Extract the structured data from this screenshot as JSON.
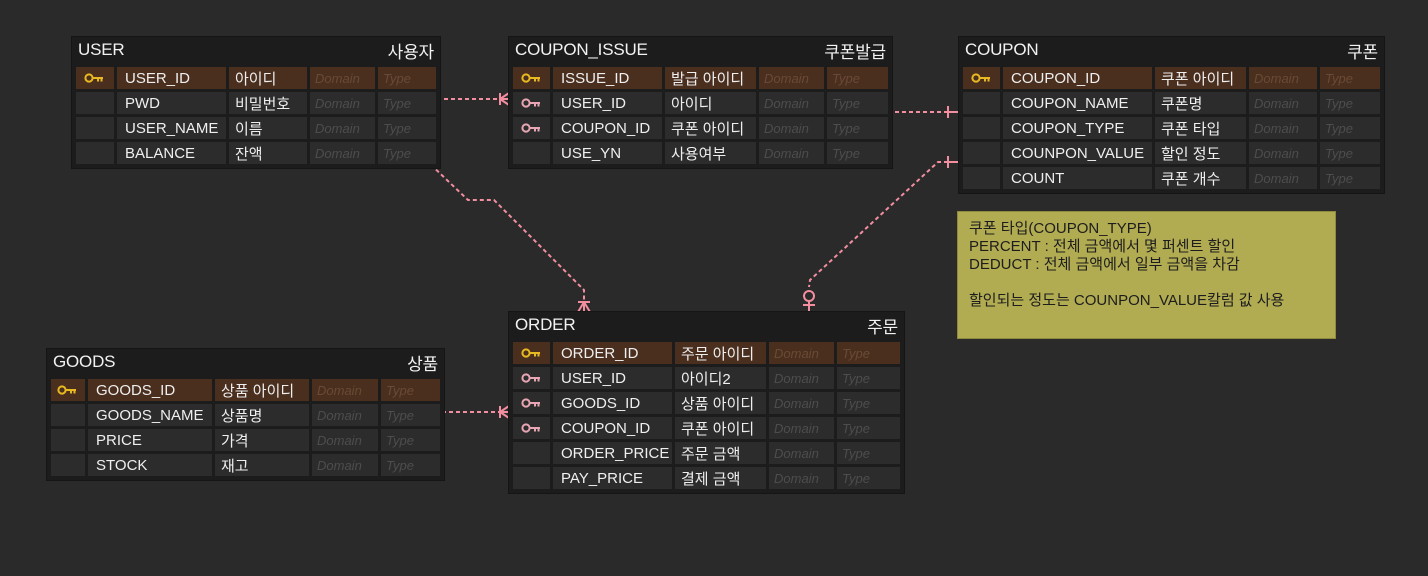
{
  "diagram": {
    "colors": {
      "background": "#2a2a2a",
      "entity_bg": "#1c1c1c",
      "cell_bg": "#2c2c2c",
      "pk_row_bg": "#4a2f1f",
      "connector": "#f28ea0",
      "pk_icon": "#e8b920",
      "fk_icon": "#e8a6b4",
      "note_bg": "#b1ab52"
    },
    "entities": [
      {
        "id": "user",
        "name": "USER",
        "label": "사용자",
        "attributes": [
          {
            "name": "USER_ID",
            "label": "아이디",
            "domain": "Domain",
            "type": "Type",
            "key": "pk"
          },
          {
            "name": "PWD",
            "label": "비밀번호",
            "domain": "Domain",
            "type": "Type",
            "key": ""
          },
          {
            "name": "USER_NAME",
            "label": "이름",
            "domain": "Domain",
            "type": "Type",
            "key": ""
          },
          {
            "name": "BALANCE",
            "label": "잔액",
            "domain": "Domain",
            "type": "Type",
            "key": ""
          }
        ]
      },
      {
        "id": "coupon_issue",
        "name": "COUPON_ISSUE",
        "label": "쿠폰발급",
        "attributes": [
          {
            "name": "ISSUE_ID",
            "label": "발급 아이디",
            "domain": "Domain",
            "type": "Type",
            "key": "pk"
          },
          {
            "name": "USER_ID",
            "label": "아이디",
            "domain": "Domain",
            "type": "Type",
            "key": "fk"
          },
          {
            "name": "COUPON_ID",
            "label": "쿠폰 아이디",
            "domain": "Domain",
            "type": "Type",
            "key": "fk"
          },
          {
            "name": "USE_YN",
            "label": "사용여부",
            "domain": "Domain",
            "type": "Type",
            "key": ""
          }
        ]
      },
      {
        "id": "coupon",
        "name": "COUPON",
        "label": "쿠폰",
        "attributes": [
          {
            "name": "COUPON_ID",
            "label": "쿠폰 아이디",
            "domain": "Domain",
            "type": "Type",
            "key": "pk"
          },
          {
            "name": "COUPON_NAME",
            "label": "쿠폰명",
            "domain": "Domain",
            "type": "Type",
            "key": ""
          },
          {
            "name": "COUPON_TYPE",
            "label": "쿠폰 타입",
            "domain": "Domain",
            "type": "Type",
            "key": ""
          },
          {
            "name": "COUNPON_VALUE",
            "label": "할인 정도",
            "domain": "Domain",
            "type": "Type",
            "key": ""
          },
          {
            "name": "COUNT",
            "label": "쿠폰 개수",
            "domain": "Domain",
            "type": "Type",
            "key": ""
          }
        ]
      },
      {
        "id": "order",
        "name": "ORDER",
        "label": "주문",
        "attributes": [
          {
            "name": "ORDER_ID",
            "label": "주문 아이디",
            "domain": "Domain",
            "type": "Type",
            "key": "pk"
          },
          {
            "name": "USER_ID",
            "label": "아이디2",
            "domain": "Domain",
            "type": "Type",
            "key": "fk"
          },
          {
            "name": "GOODS_ID",
            "label": "상품 아이디",
            "domain": "Domain",
            "type": "Type",
            "key": "fk"
          },
          {
            "name": "COUPON_ID",
            "label": "쿠폰 아이디",
            "domain": "Domain",
            "type": "Type",
            "key": "fk"
          },
          {
            "name": "ORDER_PRICE",
            "label": "주문 금액",
            "domain": "Domain",
            "type": "Type",
            "key": ""
          },
          {
            "name": "PAY_PRICE",
            "label": "결제 금액",
            "domain": "Domain",
            "type": "Type",
            "key": ""
          }
        ]
      },
      {
        "id": "goods",
        "name": "GOODS",
        "label": "상품",
        "attributes": [
          {
            "name": "GOODS_ID",
            "label": "상품 아이디",
            "domain": "Domain",
            "type": "Type",
            "key": "pk"
          },
          {
            "name": "GOODS_NAME",
            "label": "상품명",
            "domain": "Domain",
            "type": "Type",
            "key": ""
          },
          {
            "name": "PRICE",
            "label": "가격",
            "domain": "Domain",
            "type": "Type",
            "key": ""
          },
          {
            "name": "STOCK",
            "label": "재고",
            "domain": "Domain",
            "type": "Type",
            "key": ""
          }
        ]
      }
    ],
    "relationships": [
      {
        "id": "user-coupon_issue",
        "from": "user",
        "to": "coupon_issue",
        "from_end": "one",
        "to_end": "many"
      },
      {
        "id": "coupon-coupon_issue",
        "from": "coupon",
        "to": "coupon_issue",
        "from_end": "one",
        "to_end": "many"
      },
      {
        "id": "user-order",
        "from": "user",
        "to": "order",
        "from_end": "one",
        "to_end": "many"
      },
      {
        "id": "coupon-order",
        "from": "coupon",
        "to": "order",
        "from_end": "one",
        "to_end": "zero-or-one"
      },
      {
        "id": "goods-order",
        "from": "goods",
        "to": "order",
        "from_end": "one",
        "to_end": "many"
      }
    ],
    "note": {
      "lines": [
        "쿠폰 타입(COUPON_TYPE)",
        "PERCENT : 전체 금액에서 몇 퍼센트 할인",
        "DEDUCT : 전체 금액에서 일부 금액을 차감",
        "",
        "할인되는 정도는 COUNPON_VALUE칼럼 값 사용"
      ]
    }
  }
}
